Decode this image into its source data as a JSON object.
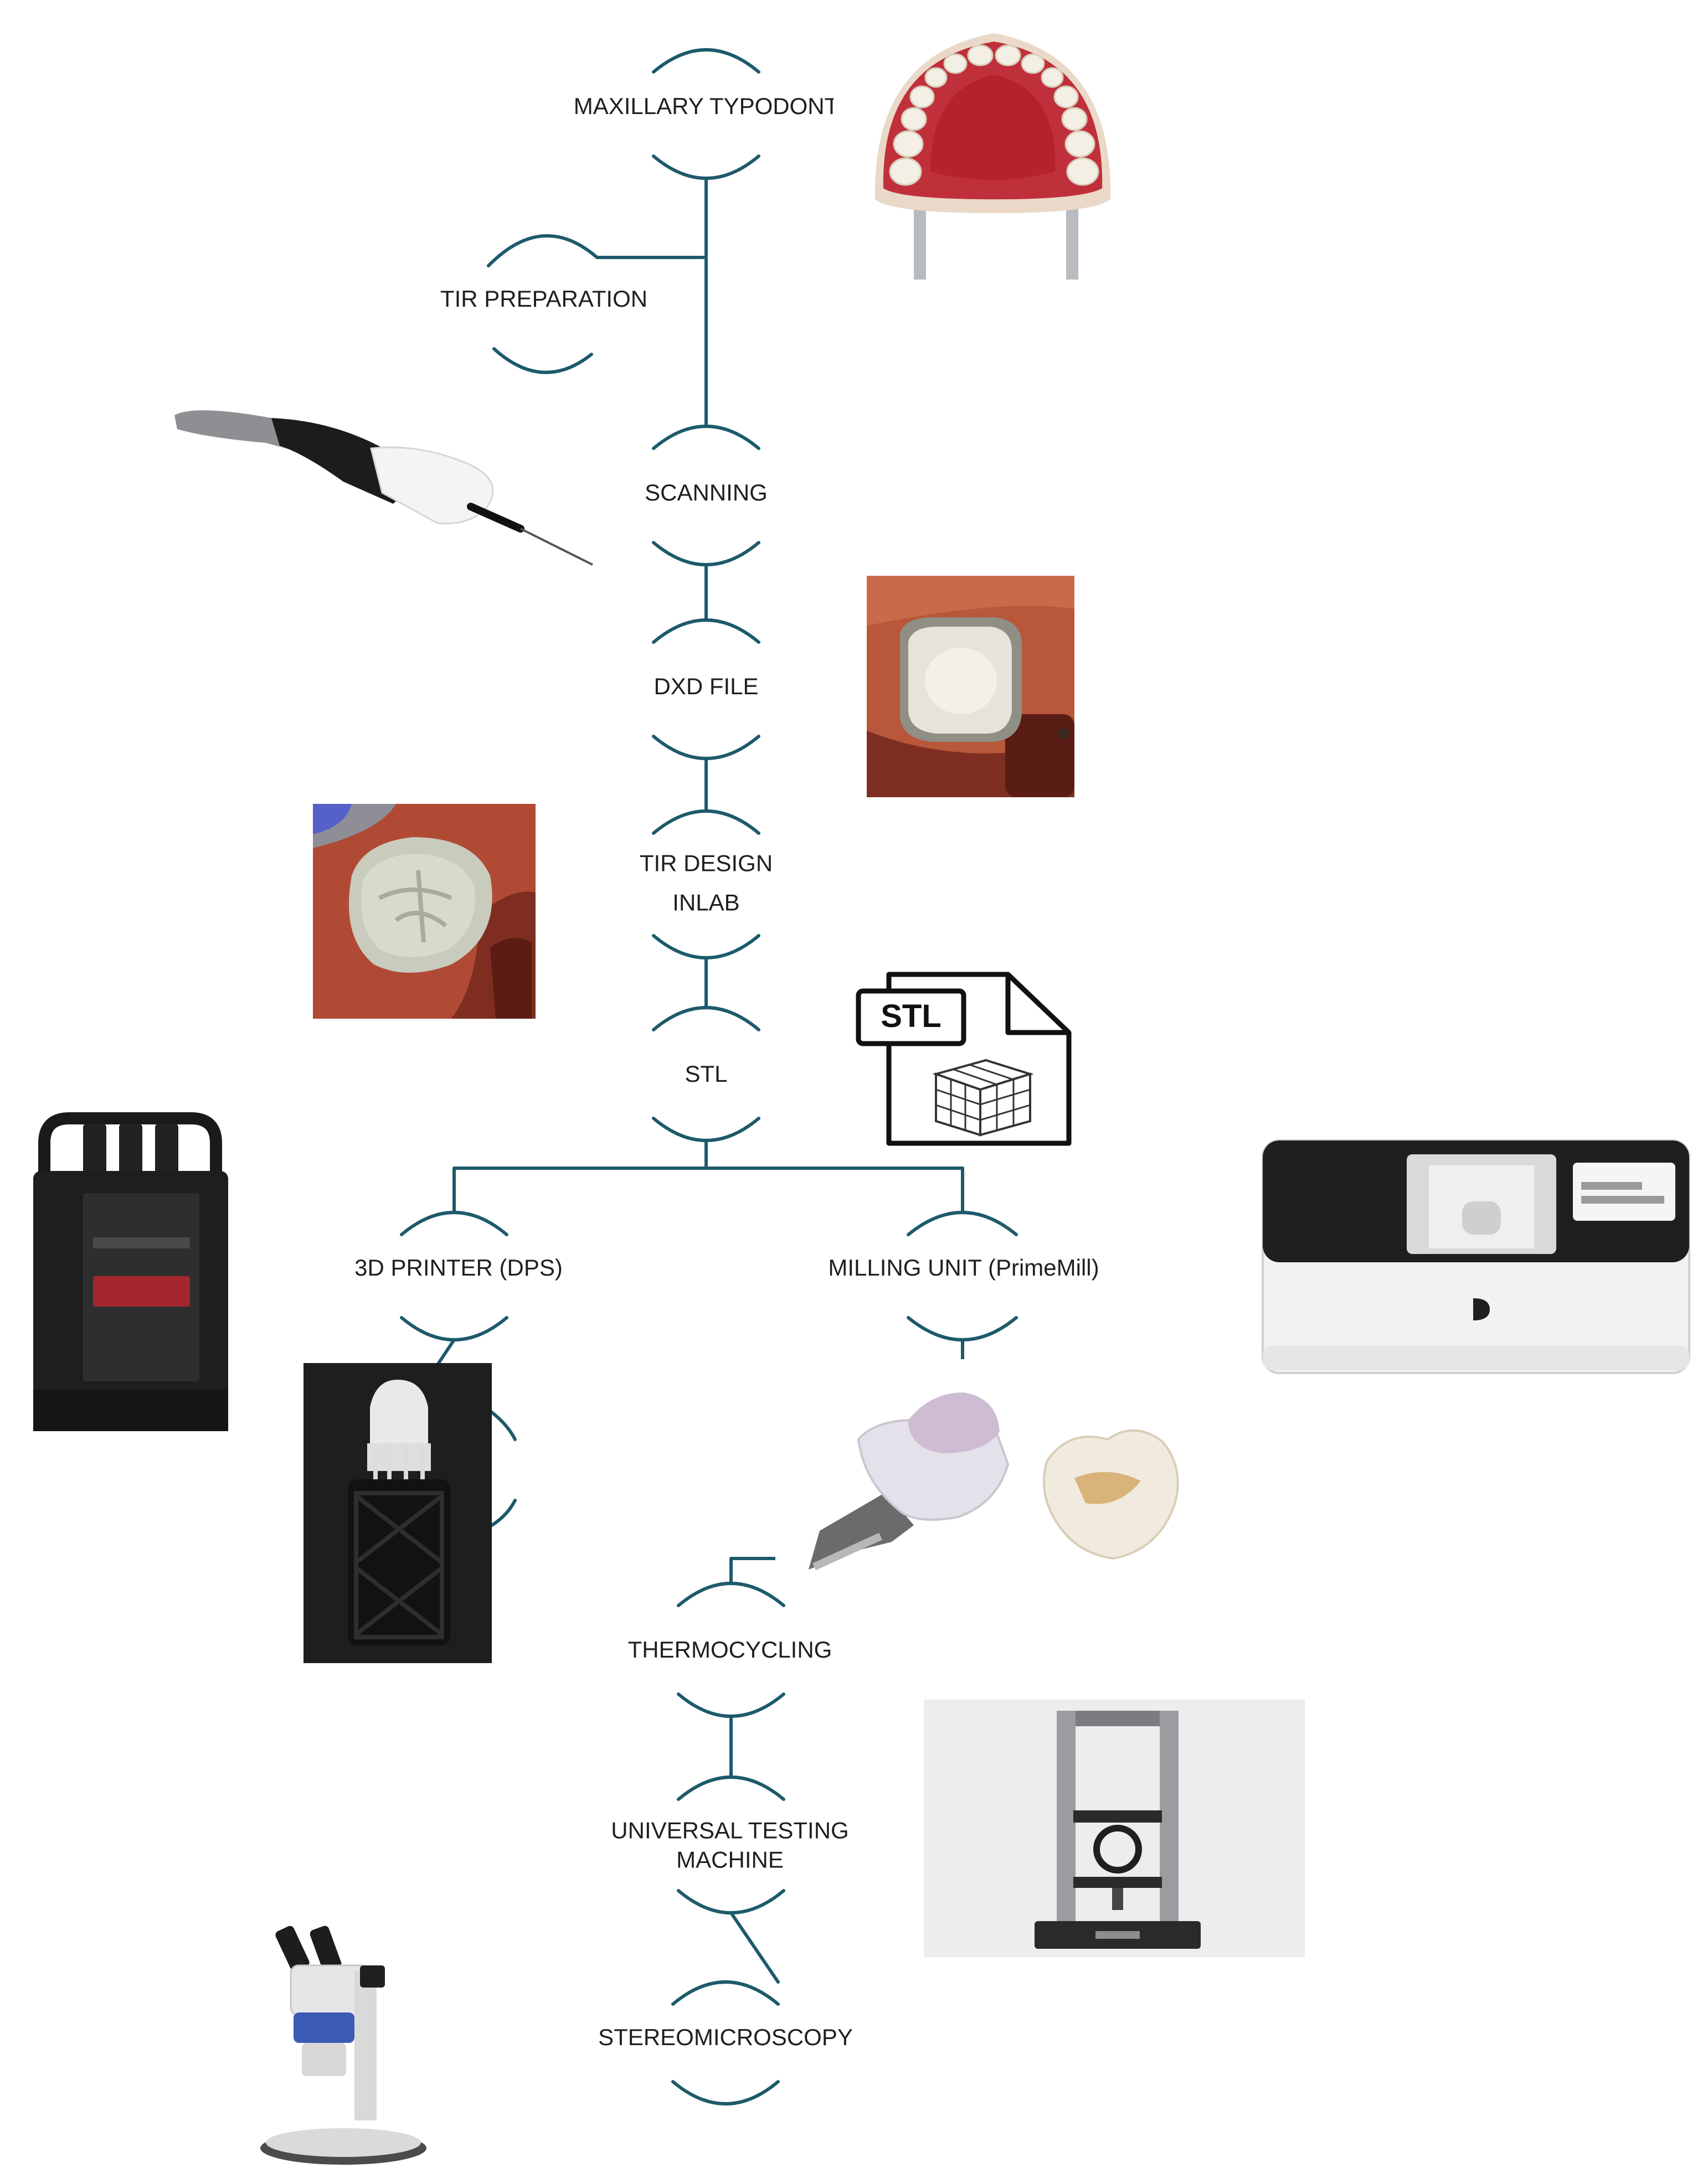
{
  "colors": {
    "connector": "#1d5a6b",
    "text": "#1f1f1f",
    "gum": "#c0303a",
    "tooth": "#f3efe4",
    "device_dark": "#222222"
  },
  "steps": {
    "typodont": "MAXILLARY TYPODONT",
    "preparation": "TIR PREPARATION",
    "scanning": "SCANNING",
    "dxd": "DXD FILE",
    "design_line1": "TIR DESIGN",
    "design_line2": "INLAB",
    "stl": "STL",
    "printer": "3D PRINTER (DPS)",
    "milling": "MILLING UNIT (PrimeMill)",
    "thermo": "THERMOCYCLING",
    "utm_line1": "UNIVERSAL TESTING",
    "utm_line2": "MACHINE",
    "stereo": "STEREOMICROSCOPY"
  },
  "icons": {
    "typodont": "maxillary-typodont-photo",
    "scanner": "intraoral-scanner-photo",
    "dxd": "scanned-preparation-photo",
    "design": "crown-design-render",
    "stl": "stl-file-icon",
    "printer": "3d-printer-photo",
    "printed": "printed-restoration-photo",
    "mill": "milling-unit-photo",
    "milled": "milled-block-and-crown-photo",
    "utm": "universal-testing-machine-photo",
    "microscope": "stereomicroscope-photo"
  },
  "stl_icon_text": "STL"
}
